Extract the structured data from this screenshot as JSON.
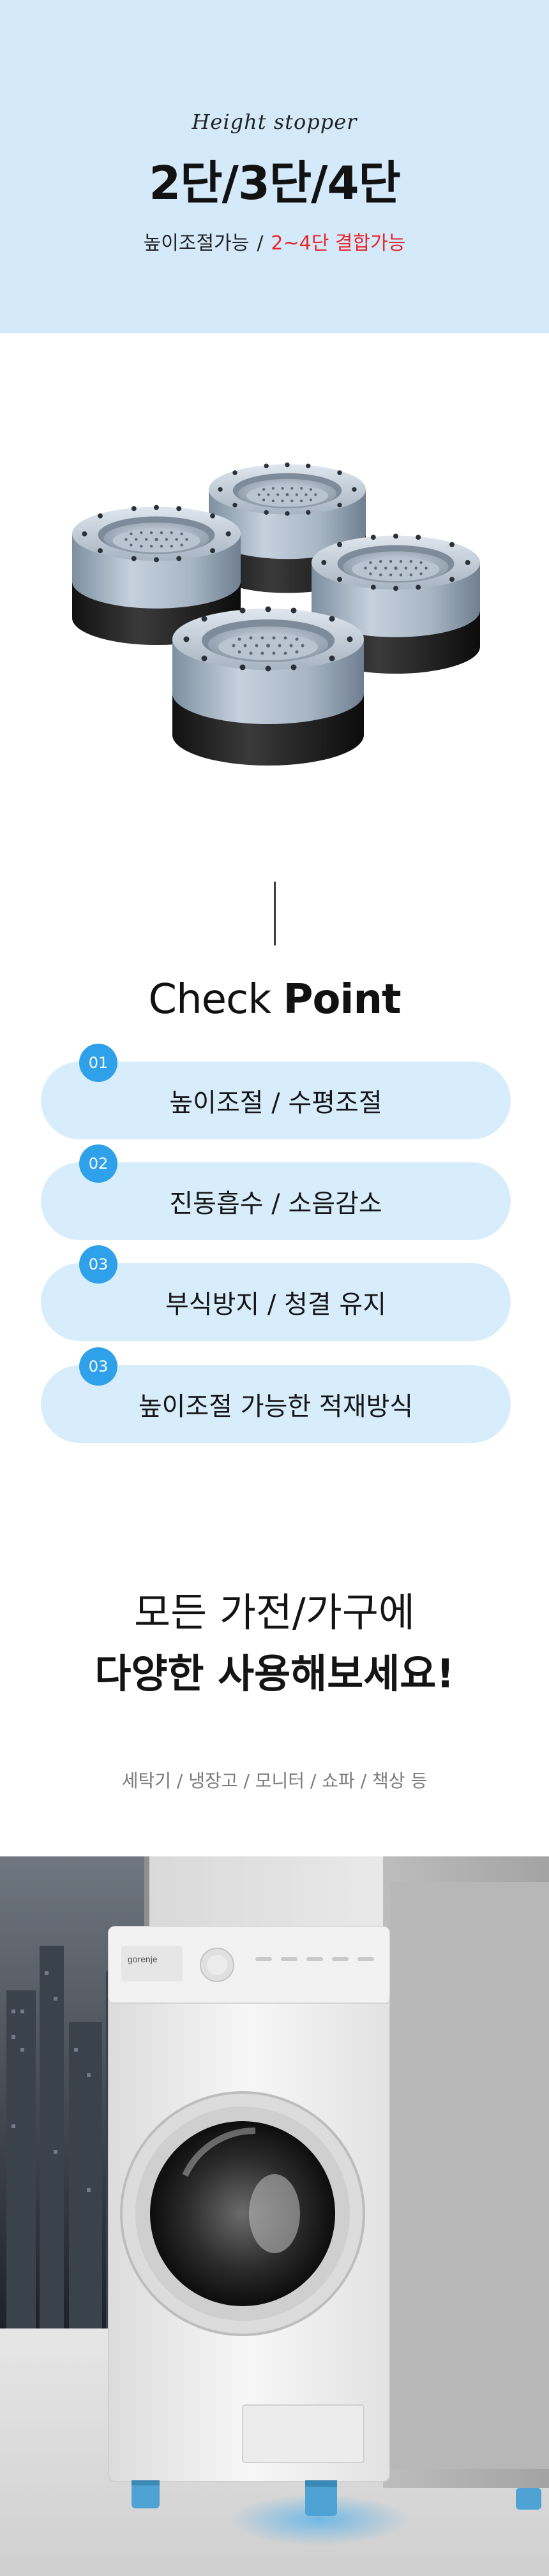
{
  "hero": {
    "script_label": "Height stopper",
    "title": "2단/3단/4단",
    "sub_left": "높이조절가능",
    "sub_sep": "/",
    "sub_right": "2~4단 결합가능",
    "bg_color": "#d4eafa",
    "accent_red": "#e8262b"
  },
  "check_point": {
    "title_light": "Check",
    "title_bold": "Point",
    "items": [
      {
        "num": "01",
        "text": "높이조절 / 수평조절"
      },
      {
        "num": "02",
        "text": "진동흡수 / 소음감소"
      },
      {
        "num": "03",
        "text": "부식방지 / 청결 유지"
      },
      {
        "num": "03",
        "text": "높이조절 가능한 적재방식"
      }
    ],
    "pill_color": "#d8edfb",
    "badge_color": "#2ea1ea"
  },
  "usage": {
    "line1": "모든 가전/가구에",
    "line2": "다양한 사용해보세요!",
    "sub": "세탁기 / 냉장고 / 모니터 / 쇼파 / 책상 등"
  },
  "scene": {
    "brand": "gorenje"
  }
}
